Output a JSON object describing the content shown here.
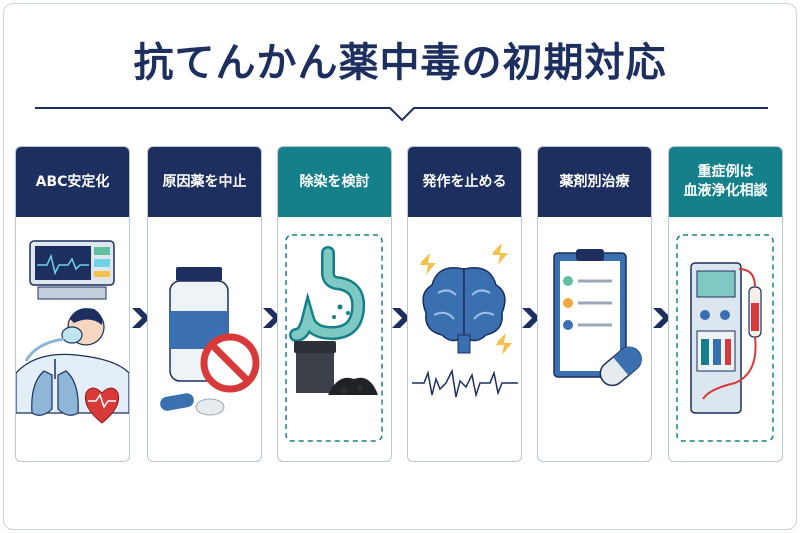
{
  "title": "抗てんかん薬中毒の初期対応",
  "steps": [
    {
      "label": "ABC安定化",
      "color": "#1c2f5e",
      "icon": "patient-monitor-lungs-icon"
    },
    {
      "label": "原因薬を中止",
      "color": "#1c2f5e",
      "icon": "pill-bottle-prohibited-icon"
    },
    {
      "label": "除染を検討",
      "color": "#16808a",
      "icon": "stomach-charcoal-icon"
    },
    {
      "label": "発作を止める",
      "color": "#1c2f5e",
      "icon": "brain-eeg-icon"
    },
    {
      "label": "薬剤別治療",
      "color": "#1c2f5e",
      "icon": "clipboard-capsule-icon"
    },
    {
      "label": "重症例は\n血液浄化相談",
      "color": "#16808a",
      "icon": "dialysis-machine-icon"
    }
  ],
  "colors": {
    "navy": "#1c2f5e",
    "teal": "#16808a",
    "arrow": "#1c2f5e",
    "accent_red": "#d83a3a"
  }
}
